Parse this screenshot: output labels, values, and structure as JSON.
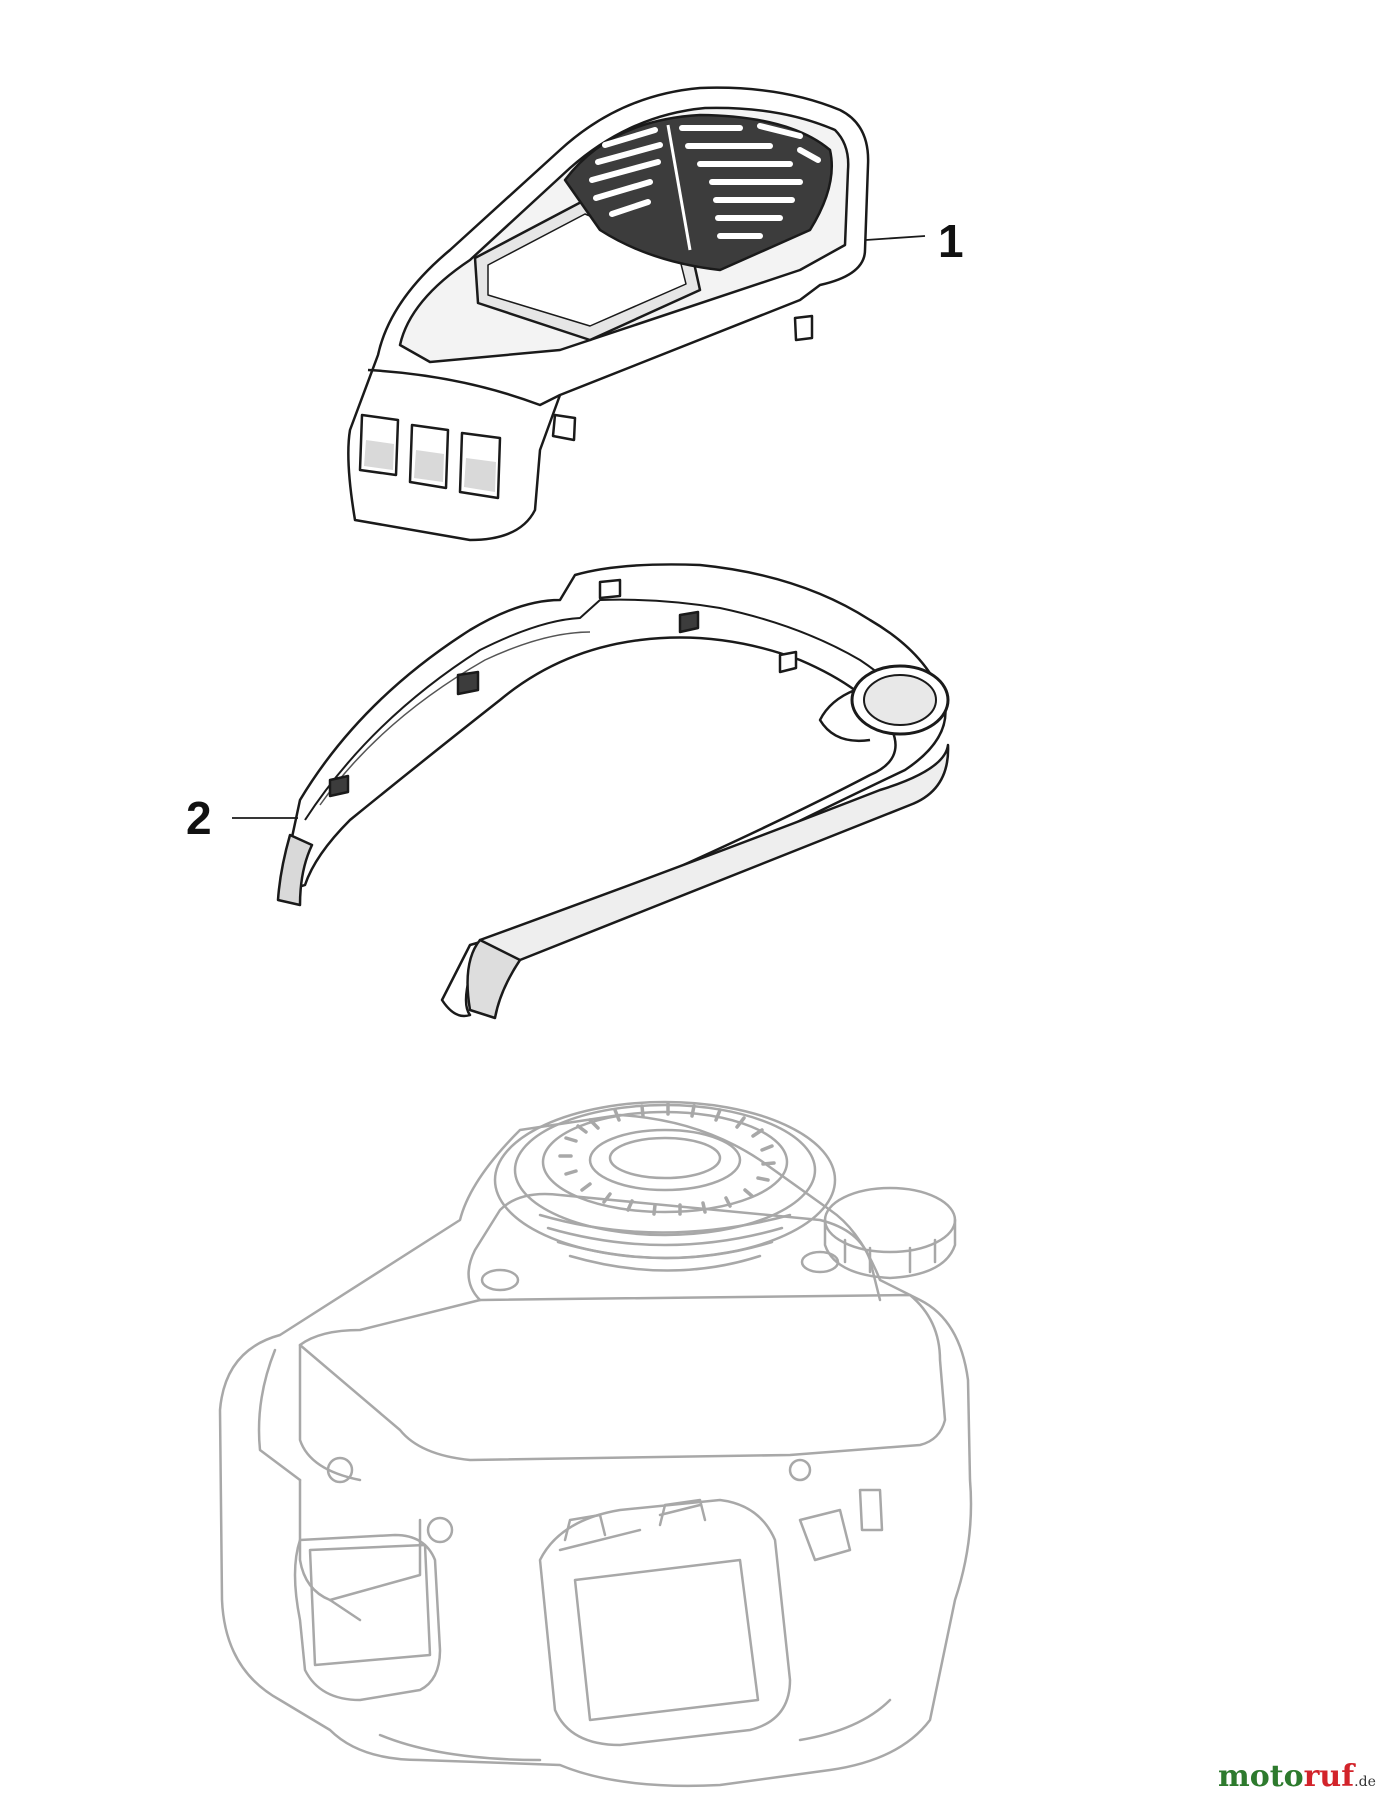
{
  "callouts": [
    {
      "number": "1",
      "part": "blower-housing-cover"
    },
    {
      "number": "2",
      "part": "engine-shroud-frame"
    }
  ],
  "parts": [
    "blower-housing-cover",
    "engine-shroud-frame",
    "engine-reference"
  ],
  "watermark": {
    "main": "moto",
    "accent": "ruf",
    "suffix": ".de"
  },
  "colors": {
    "part_line": "#1a1a1a",
    "part_fill": "#ffffff",
    "part_shade": "#d9d9d9",
    "dark_shade": "#3c3c3c",
    "engine_line": "#a8a8a8",
    "watermark_green": "#2d7a2d",
    "watermark_red": "#d2232a"
  }
}
